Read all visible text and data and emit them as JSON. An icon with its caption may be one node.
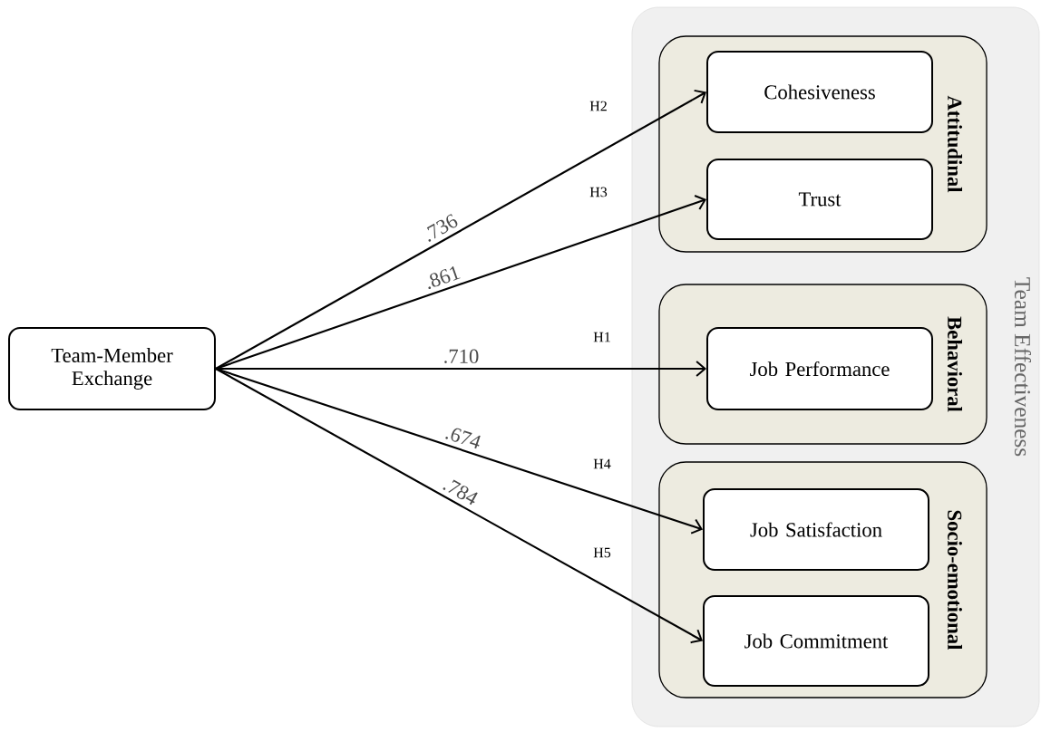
{
  "diagram": {
    "nodes": [
      {
        "text": [
          "Team-Member Exchange"
        ]
      },
      {
        "text": [
          "Team Effectiveness"
        ]
      },
      {
        "text": [
          "Attitudinal"
        ],
        "in": 1
      },
      {
        "text": [
          "Cohesiveness"
        ],
        "in": 2
      },
      {
        "text": [
          "Trust"
        ],
        "in": 2
      },
      {
        "text": [
          "Behavioral"
        ],
        "in": 1
      },
      {
        "text": [
          "Job Performance"
        ],
        "in": 5
      },
      {
        "text": [
          "Socio-emotional"
        ],
        "in": 1
      },
      {
        "text": [
          "Job Satisfaction"
        ],
        "in": 7
      },
      {
        "text": [
          "Job Commitment"
        ],
        "in": 7
      }
    ],
    "edges": [
      {
        "from": 0,
        "to": 3,
        "arrow": "to",
        "label": ".736"
      },
      {
        "from": 0,
        "to": 4,
        "arrow": "to",
        "label": ".861"
      },
      {
        "from": 0,
        "to": 6,
        "arrow": "to",
        "label": ".710"
      },
      {
        "from": 0,
        "to": 8,
        "arrow": "to",
        "label": ".674"
      },
      {
        "from": 0,
        "to": 9,
        "arrow": "to",
        "label": ".784"
      }
    ],
    "labels": [
      "H2",
      "H3",
      "H1",
      "H4",
      "H5"
    ]
  }
}
